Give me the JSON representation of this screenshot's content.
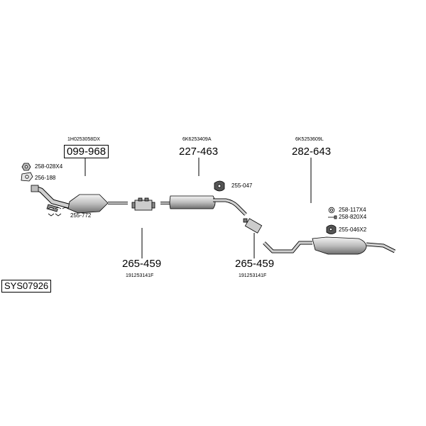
{
  "diagram_id": "SYS07926",
  "parts": [
    {
      "oe": "1H0253058DX",
      "number": "099-968",
      "highlighted": true
    },
    {
      "oe": "6K6253409A",
      "number": "227-463"
    },
    {
      "oe": "6K5253609L",
      "number": "282-643"
    },
    {
      "number": "265-459",
      "oe": "191253141F"
    },
    {
      "number": "265-459",
      "oe": "191253141F"
    }
  ],
  "fittings": [
    {
      "code": "258-028X4",
      "icon": "nut-icon"
    },
    {
      "code": "256-188",
      "icon": "gasket-icon"
    },
    {
      "code": "255-772",
      "icon": "bracket-icon"
    },
    {
      "code": "255-047",
      "icon": "rubber-hanger-icon"
    },
    {
      "code": "258-117X4",
      "icon": "ring-icon"
    },
    {
      "code": "258-820X4",
      "icon": "bolt-icon"
    },
    {
      "code": "255-046X2",
      "icon": "rubber-hanger-icon"
    }
  ],
  "colors": {
    "line": "#000000",
    "part_fill": "#d9d9d9",
    "part_shade": "#9a9a9a",
    "background": "#ffffff"
  }
}
